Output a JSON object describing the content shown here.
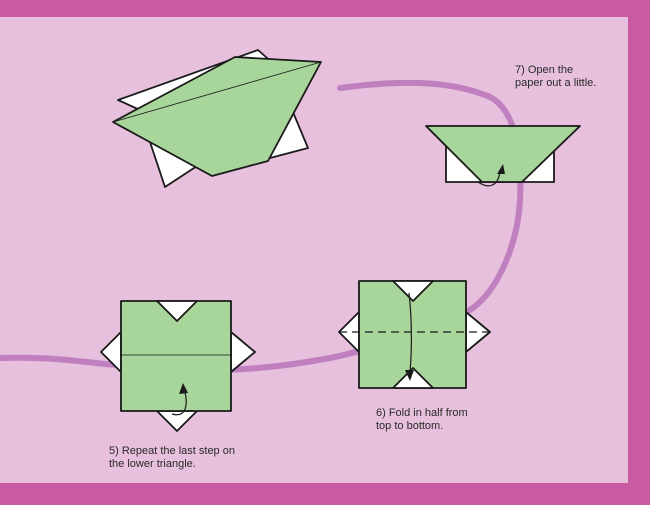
{
  "colors": {
    "border": "#c95ba3",
    "panel": "#e6c0dc",
    "paper_green": "#a8d59a",
    "paper_white": "#ffffff",
    "outline": "#1a1a1a",
    "path": "#c07fbf"
  },
  "steps": {
    "step5": {
      "lines": [
        "5) Repeat the last step on",
        "the lower triangle."
      ]
    },
    "step6": {
      "lines": [
        "6) Fold in half from",
        "top to bottom."
      ]
    },
    "step7": {
      "lines": [
        "7) Open the",
        "paper out a little."
      ]
    }
  }
}
